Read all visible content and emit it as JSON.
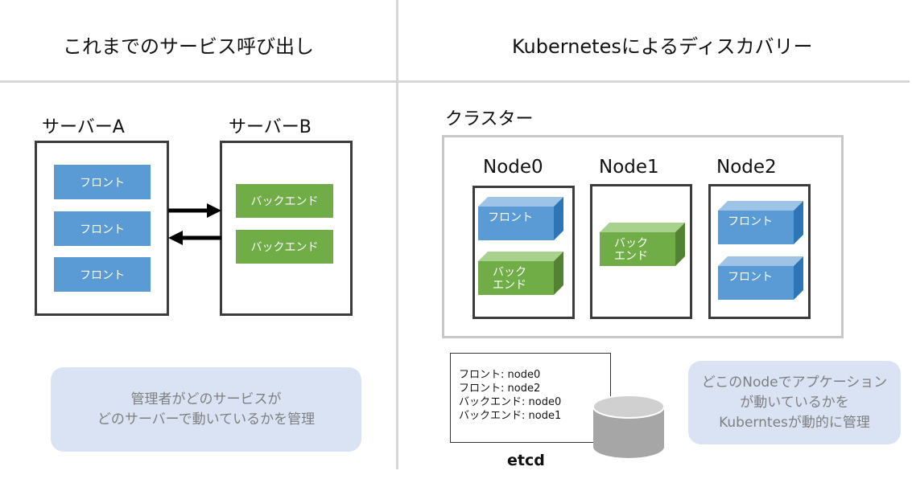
{
  "left": {
    "title": "これまでのサービス呼び出し",
    "server_a": {
      "label": "サーバーA",
      "items": [
        "フロント",
        "フロント",
        "フロント"
      ]
    },
    "server_b": {
      "label": "サーバーB",
      "items": [
        "バックエンド",
        "バックエンド"
      ]
    },
    "note": [
      "管理者がどのサービスが",
      "どのサーバーで動いているかを管理"
    ]
  },
  "right": {
    "title": "Kubernetesによるディスカバリー",
    "cluster_label": "クラスター",
    "nodes": [
      {
        "label": "Node0",
        "items": [
          "フロント",
          "バック\nエンド"
        ]
      },
      {
        "label": "Node1",
        "items": [
          "バック\nエンド"
        ]
      },
      {
        "label": "Node2",
        "items": [
          "フロント",
          "フロント"
        ]
      }
    ],
    "etcd": {
      "entries": [
        "フロント:  node0",
        "フロント:  node2",
        "バックエンド: node0",
        "バックエンド: node1"
      ],
      "label": "etcd"
    },
    "note": [
      "どこのNodeでアプケーション",
      "が動いているかを",
      "Kuberntesが動的に管理"
    ]
  },
  "colors": {
    "front": "#5b9bd5",
    "back": "#70ad47",
    "note_bg": "#dae3f3",
    "divider": "#d6d6d6"
  }
}
